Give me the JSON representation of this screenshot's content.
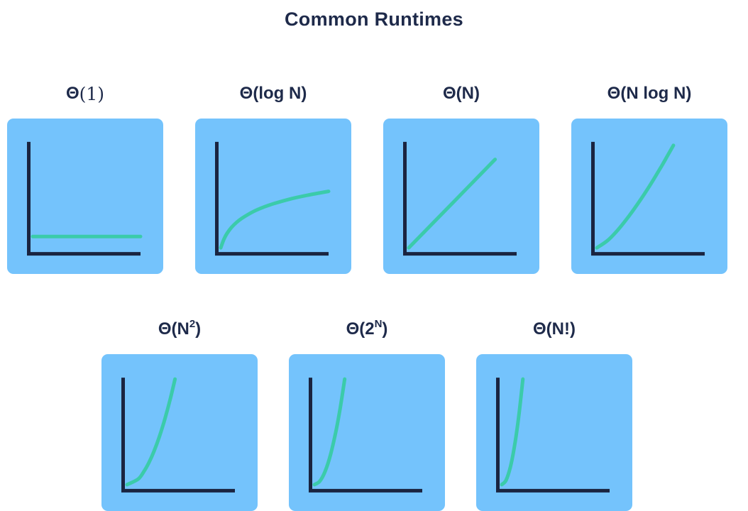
{
  "page": {
    "title": "Common Runtimes"
  },
  "colors": {
    "background": "#ffffff",
    "title_text": "#1e2a4a",
    "label_text": "#1e2a4a",
    "panel_background": "#74c3fc",
    "axis": "#1a2440",
    "curve": "#3bcbaa"
  },
  "chart_notes": {
    "axes_labeled": false,
    "gridlines": false,
    "legend": "none",
    "point_units": "normalized 0-1 within each plot box (x: along horizontal axis, y: height above horizontal axis)"
  },
  "chart_data": [
    {
      "row": 0,
      "type": "line",
      "title": "Θ(1)",
      "growth": "constant",
      "label": [
        {
          "t": "Θ",
          "s": "n"
        },
        {
          "t": "(1)",
          "s": "serif"
        }
      ],
      "points": [
        [
          0,
          0.108
        ],
        [
          0.5,
          0.108
        ],
        [
          1.0,
          0.108
        ]
      ]
    },
    {
      "row": 0,
      "type": "line",
      "title": "Θ(log N)",
      "growth": "logarithmic",
      "label": [
        {
          "t": "Θ(log N)",
          "s": "n"
        }
      ],
      "points": [
        [
          0,
          0
        ],
        [
          0.03,
          0.083
        ],
        [
          0.06,
          0.14
        ],
        [
          0.1,
          0.195
        ],
        [
          0.15,
          0.246
        ],
        [
          0.2,
          0.285
        ],
        [
          0.3,
          0.345
        ],
        [
          0.4,
          0.39
        ],
        [
          0.5,
          0.425
        ],
        [
          0.65,
          0.468
        ],
        [
          0.8,
          0.502
        ],
        [
          1.0,
          0.54
        ]
      ]
    },
    {
      "row": 0,
      "type": "line",
      "title": "Θ(N)",
      "growth": "linear",
      "label": [
        {
          "t": "Θ(N)",
          "s": "n"
        }
      ],
      "points": [
        [
          0,
          0
        ],
        [
          0.4,
          0.4225
        ],
        [
          0.8,
          0.845
        ]
      ]
    },
    {
      "row": 0,
      "type": "line",
      "title": "Θ(N log N)",
      "growth": "linearithmic",
      "label": [
        {
          "t": "Θ(N log N)",
          "s": "n"
        }
      ],
      "points": [
        [
          0,
          0
        ],
        [
          0.1,
          0.07
        ],
        [
          0.2,
          0.177
        ],
        [
          0.3,
          0.307
        ],
        [
          0.4,
          0.452
        ],
        [
          0.5,
          0.61
        ],
        [
          0.6,
          0.781
        ],
        [
          0.66,
          0.889
        ],
        [
          0.71,
          0.98
        ]
      ]
    },
    {
      "row": 1,
      "type": "line",
      "title": "Θ(N²)",
      "growth": "quadratic",
      "label": [
        {
          "t": "Θ(N",
          "s": "n"
        },
        {
          "t": "2",
          "s": "sup"
        },
        {
          "t": ")",
          "s": "n"
        }
      ],
      "points": [
        [
          0,
          0
        ],
        [
          0.1,
          0.05
        ],
        [
          0.15,
          0.114
        ],
        [
          0.2,
          0.202
        ],
        [
          0.25,
          0.316
        ],
        [
          0.3,
          0.455
        ],
        [
          0.35,
          0.619
        ],
        [
          0.4,
          0.808
        ],
        [
          0.445,
          1.0
        ]
      ]
    },
    {
      "row": 1,
      "type": "line",
      "title": "Θ(2^N)",
      "growth": "exponential",
      "label": [
        {
          "t": "Θ(2",
          "s": "n"
        },
        {
          "t": "N",
          "s": "sup"
        },
        {
          "t": ")",
          "s": "n"
        }
      ],
      "points": [
        [
          0,
          0
        ],
        [
          0.05,
          0.032
        ],
        [
          0.1,
          0.127
        ],
        [
          0.15,
          0.285
        ],
        [
          0.2,
          0.507
        ],
        [
          0.24,
          0.729
        ],
        [
          0.281,
          1.0
        ]
      ]
    },
    {
      "row": 1,
      "type": "line",
      "title": "Θ(N!)",
      "growth": "factorial",
      "label": [
        {
          "t": "Θ(N!)",
          "s": "n"
        }
      ],
      "points": [
        [
          0,
          0
        ],
        [
          0.04,
          0.042
        ],
        [
          0.08,
          0.167
        ],
        [
          0.12,
          0.375
        ],
        [
          0.16,
          0.666
        ],
        [
          0.196,
          1.0
        ]
      ]
    }
  ]
}
